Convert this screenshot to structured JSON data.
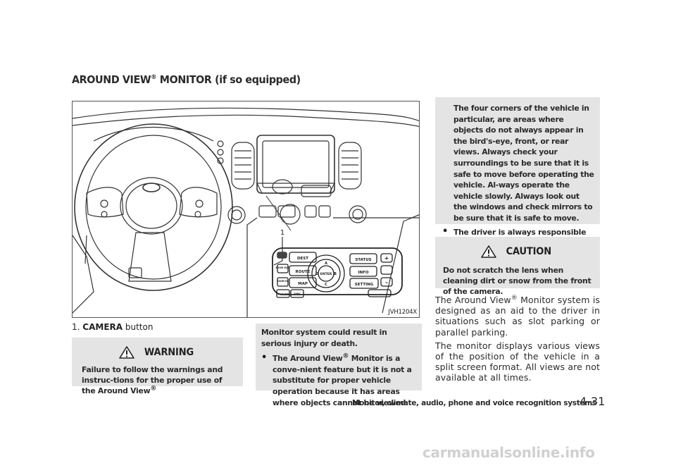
{
  "section": {
    "title": "AROUND VIEW",
    "title_sup": "®",
    "title_suffix": " MONITOR (if so equipped)"
  },
  "figure": {
    "code": "JVH1204X",
    "callout_number": "1",
    "panel_labels": {
      "dest": "DEST",
      "route": "ROUTE",
      "map": "MAP",
      "status": "STATUS",
      "info": "INFO",
      "setting": "SETTING",
      "enter": "ENTER",
      "plus": "+",
      "minus": "–",
      "zoom_out": "ZOOM OUT",
      "zoom_in": "ZOOM IN",
      "camera": "CAMERA",
      "disp": "DISP",
      "sync": "SYNC",
      "voice_disp": "VOICE DISP",
      "dial_a": "A",
      "dial_b": "B",
      "dial_c": "C",
      "dial_d": "D"
    }
  },
  "caption": {
    "number": "1.",
    "bold": "CAMERA",
    "rest": " button"
  },
  "warning": {
    "label": "WARNING",
    "text": "Failure to follow the warnings and instruc-tions for the proper use of the Around View",
    "sup": "®"
  },
  "mid": {
    "paragraph": "Monitor system could result in serious injury or death.",
    "bullet_dot": "•",
    "bullet_pre": "The Around View",
    "bullet_sup": "®",
    "bullet_post": " Monitor is a conve-nient feature but it is not a substitute for proper vehicle operation because it has areas where objects cannot be viewed."
  },
  "right": {
    "paragraph": "The four corners of the vehicle in particular, are areas where objects do not always appear in the bird's-eye, front, or rear views. Always check your surroundings to be sure that it is safe to move before operating the vehicle. Al-ways operate the vehicle slowly. Always look out the windows and check mirrors to be sure that it is safe to move.",
    "bullet_dot": "•",
    "bullet": "The driver is always responsible for safety during parking and other maneu-vers."
  },
  "caution": {
    "label": "CAUTION",
    "text": "Do not scratch the lens when cleaning dirt or snow from the front of the camera."
  },
  "body": {
    "p1_pre": "The Around View",
    "p1_sup": "®",
    "p1_post": " Monitor system is designed as an aid to the driver in situations such as slot parking or parallel parking.",
    "p2": "The monitor displays various views of the position of the vehicle in a split screen format. All views are not available at all times."
  },
  "footer": {
    "section": "Monitor, climate, audio, phone and voice recognition systems",
    "page": "4-31"
  },
  "watermark": "carmanualsonline.info"
}
